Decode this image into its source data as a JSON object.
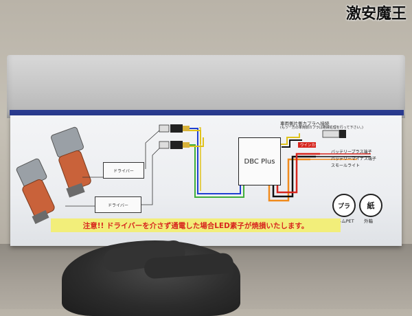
{
  "watermark": "激安魔王",
  "box": {
    "driver_label_1": "ドライバー",
    "driver_label_2": "ドライバー",
    "module_label": "DBC Plus",
    "note_line_1": "車両側片側カプラへ接続",
    "note_line_2": "(もう一方の車両側カプラは絶縁処理を行って下さい。)",
    "wire_label_1": "バッテリープラス端子",
    "wire_label_2": "バッテリーマイナス端子",
    "wire_label_3": "スモールライト",
    "small_tag": "ウインカー",
    "warning_text": "注意!! ドライバーを介さず通電した場合LED素子が焼損いたします。",
    "recycle_pla_symbol": "プラ",
    "recycle_pla_caption": "フィルムPET",
    "recycle_paper_symbol": "紙",
    "recycle_paper_caption": "外箱"
  },
  "colors": {
    "box_strip": "#2a3b8f",
    "warning_bg": "#f2ee7a",
    "warning_text": "#d7261e",
    "wire_blue": "#1f3fd1",
    "wire_yellow": "#e0c21a",
    "wire_green": "#3fae3a",
    "wire_orange": "#f08a1c",
    "wire_red": "#d7261e",
    "wire_black": "#111111"
  }
}
